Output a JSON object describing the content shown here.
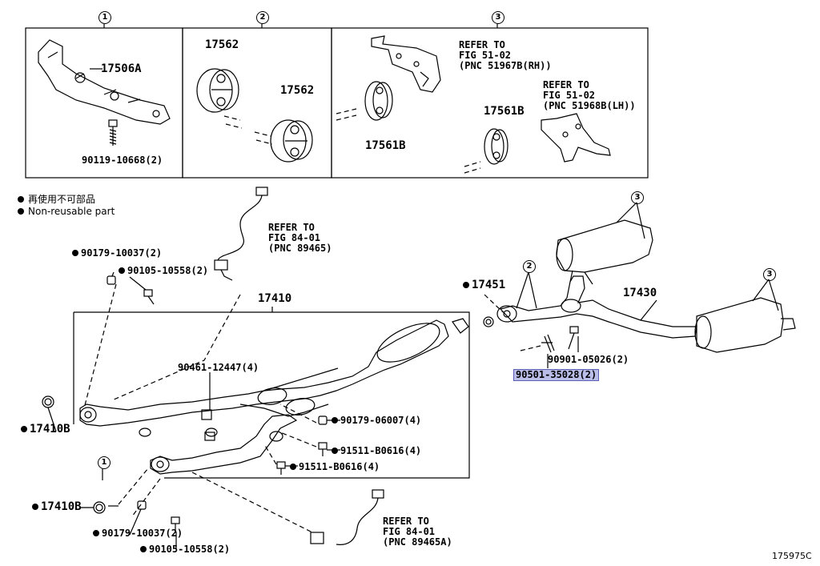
{
  "callouts": {
    "c1": "1",
    "c2": "2",
    "c3": "3"
  },
  "box1": {
    "part_17506A": "17506A",
    "part_bolt": "90119-10668(2)"
  },
  "box2": {
    "part_17562_a": "17562",
    "part_17562_b": "17562"
  },
  "box3": {
    "refer_rh": "REFER TO\nFIG 51-02\n(PNC 51967B(RH))",
    "refer_lh": "REFER TO\nFIG 51-02\n(PNC 51968B(LH))",
    "part_17561B_a": "17561B",
    "part_17561B_b": "17561B"
  },
  "legend": {
    "jp": "再使用不可部品",
    "en": "Non-reusable part"
  },
  "main": {
    "refer_84_top": "REFER TO\nFIG 84-01\n(PNC 89465)",
    "refer_84_bottom": "REFER TO\nFIG 84-01\n(PNC 89465A)",
    "p_90179_10037_top": "90179-10037(2)",
    "p_90105_10558_top": "90105-10558(2)",
    "p_17410": "17410",
    "p_90461": "90461-12447(4)",
    "p_17410B_a": "17410B",
    "p_17410B_b": "17410B",
    "p_90179_06007": "90179-06007(4)",
    "p_91511_a": "91511-B0616(4)",
    "p_91511_b": "91511-B0616(4)",
    "p_90179_10037_bot": "90179-10037(2)",
    "p_90105_10558_bot": "90105-10558(2)",
    "p_17451": "17451",
    "p_17430": "17430",
    "p_90901": "90901-05026(2)",
    "p_90501": "90501-35028(2)",
    "circle_1_main": "1",
    "circle_2_main": "2",
    "circle_3_a": "3",
    "circle_3_b": "3"
  },
  "figure_number": "175975C"
}
